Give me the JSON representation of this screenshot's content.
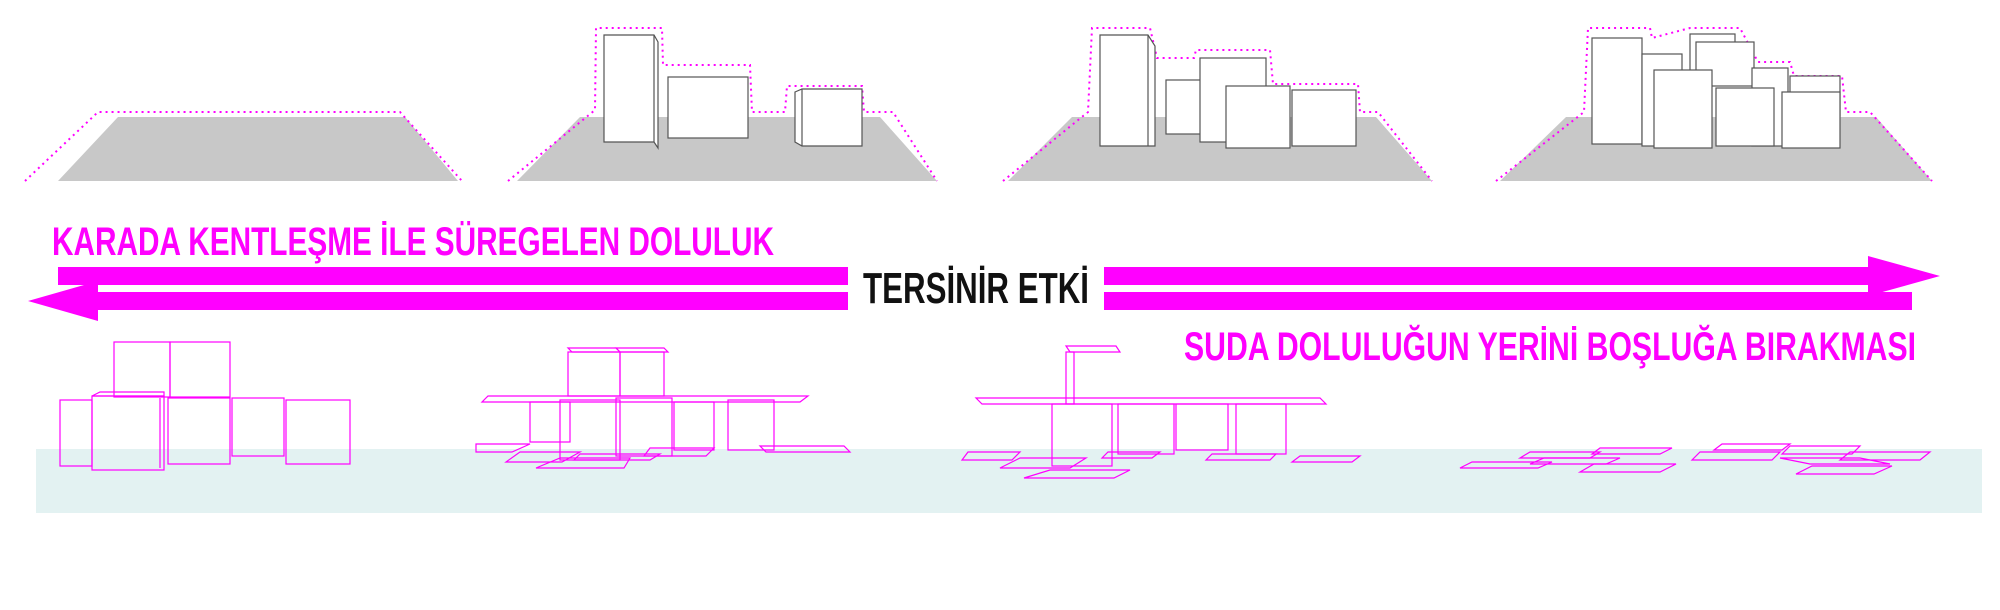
{
  "labels": {
    "top_heading": "KARADA KENTLEŞME İLE SÜREGELEN DOLULUK",
    "center": "TERSİNİR ETKİ",
    "bottom_heading": "SUDA DOLULUĞUN  YERİNİ BOŞLUĞA BIRAKMASI"
  },
  "colors": {
    "accent": "#ff00ff",
    "ground": "#c8c8c8",
    "water": "#e3f2f2",
    "outline": "#555555",
    "center_text": "#111111"
  }
}
